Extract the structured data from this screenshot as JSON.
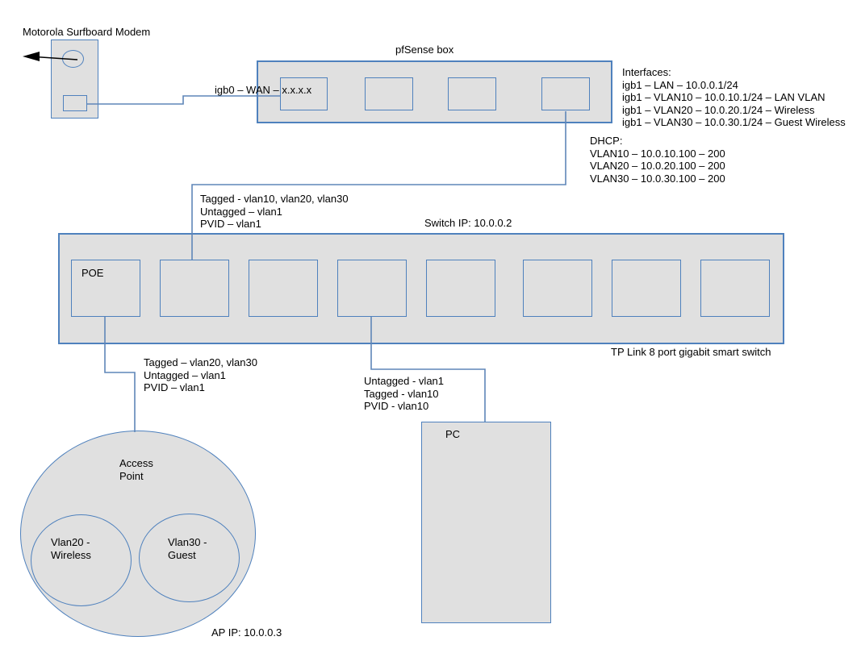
{
  "colors": {
    "shape_fill": "#e0e0e0",
    "shape_border": "#4f81bd",
    "connector": "#5f86b8",
    "arrow": "#000000",
    "text": "#000000",
    "background": "#ffffff"
  },
  "modem": {
    "title": "Motorola Surfboard Modem"
  },
  "pfsense": {
    "title": "pfSense box",
    "wan_label": "igb0 – WAN – x.x.x.x"
  },
  "interfaces": {
    "title": "Interfaces:",
    "lines": [
      "igb1 – LAN – 10.0.0.1/24",
      "igb1 – VLAN10 – 10.0.10.1/24 – LAN VLAN",
      "igb1 – VLAN20 – 10.0.20.1/24 – Wireless",
      "igb1 – VLAN30 – 10.0.30.1/24 – Guest Wireless"
    ]
  },
  "dhcp": {
    "title": "DHCP:",
    "lines": [
      "VLAN10 – 10.0.10.100 – 200",
      "VLAN20 – 10.0.20.100 – 200",
      "VLAN30 – 10.0.30.100 – 200"
    ]
  },
  "trunk_pfsense_to_switch": {
    "lines": [
      "Tagged - vlan10, vlan20, vlan30",
      "Untagged – vlan1",
      "PVID – vlan1"
    ]
  },
  "switch": {
    "ip_label": "Switch IP: 10.0.0.2",
    "name": "TP Link 8 port gigabit smart switch",
    "poe_port_label": "POE"
  },
  "trunk_switch_to_ap": {
    "lines": [
      "Tagged – vlan20, vlan30",
      "Untagged – vlan1",
      "PVID – vlan1"
    ]
  },
  "trunk_switch_to_pc": {
    "lines": [
      "Untagged - vlan1",
      "Tagged - vlan10",
      "PVID - vlan10"
    ]
  },
  "pc": {
    "label": "PC"
  },
  "access_point": {
    "label_lines": [
      "Access",
      "Point"
    ],
    "vlan20_lines": [
      "Vlan20 -",
      "Wireless"
    ],
    "vlan30_lines": [
      "Vlan30 -",
      "Guest"
    ],
    "ip_label": "AP IP: 10.0.0.3"
  }
}
